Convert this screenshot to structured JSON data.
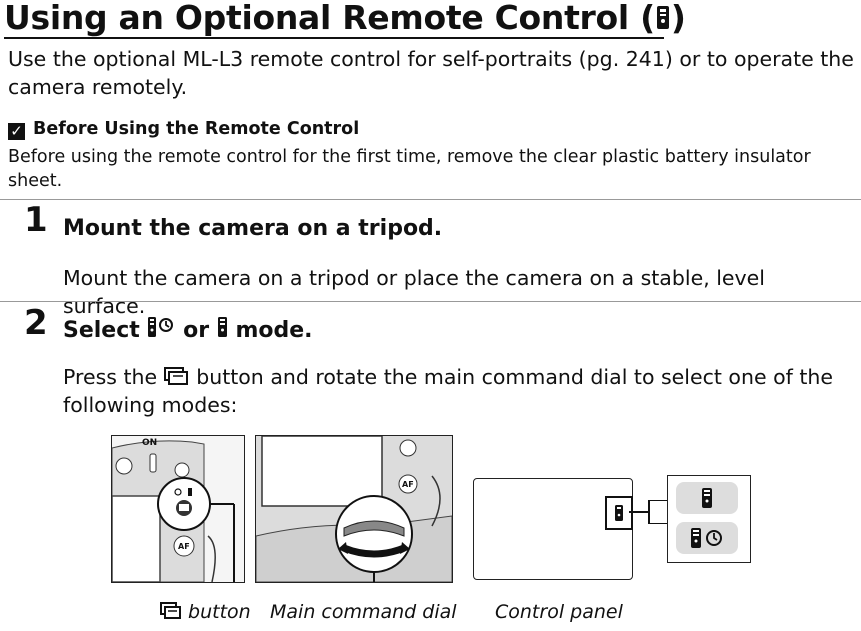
{
  "title": "Using an Optional Remote Control",
  "title_icon": "remote-icon",
  "intro": "Use the optional ML-L3 remote control for self-portraits (pg. 241) or to operate the camera remotely.",
  "note": {
    "icon": "check-icon",
    "heading": "Before Using the Remote Control",
    "body": "Before using the remote control for the first time, remove the clear plastic battery insulator sheet."
  },
  "steps": [
    {
      "number": "1",
      "title": "Mount the camera on a tripod.",
      "body": "Mount the camera on a tripod or place the camera on a stable, level surface."
    },
    {
      "number": "2",
      "title_pre": "Select",
      "title_mid": "or",
      "title_post": "mode.",
      "body_pre": "Press the",
      "body_post": "button and rotate the main command dial to select one of the following modes:"
    }
  ],
  "figure": {
    "body_labels": {
      "on": "ON",
      "af": "AF"
    },
    "captions": {
      "button": "button",
      "dial": "Main command dial",
      "panel": "Control panel"
    }
  },
  "colors": {
    "text": "#111111",
    "rule": "#999999",
    "camera_gray": "#d8d8d8"
  }
}
